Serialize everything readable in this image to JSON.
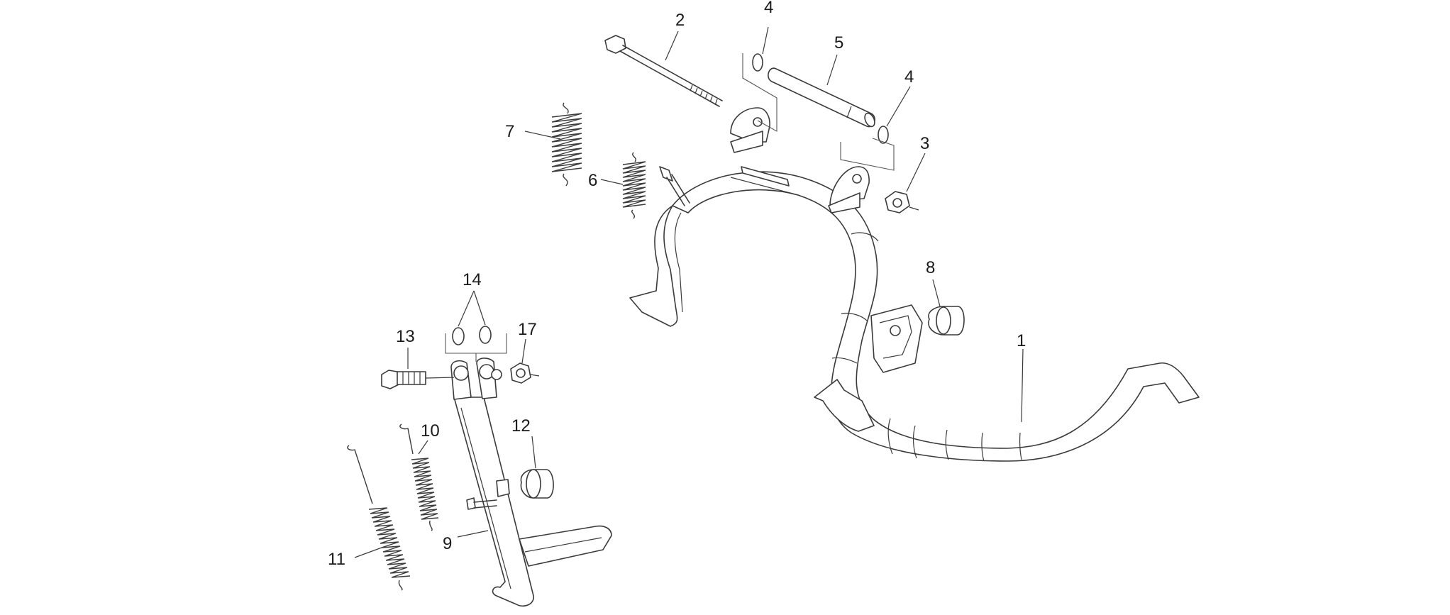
{
  "callouts": [
    {
      "id": "c1",
      "label": "1"
    },
    {
      "id": "c2",
      "label": "2"
    },
    {
      "id": "c3",
      "label": "3"
    },
    {
      "id": "c4a",
      "label": "4"
    },
    {
      "id": "c4b",
      "label": "4"
    },
    {
      "id": "c5",
      "label": "5"
    },
    {
      "id": "c6",
      "label": "6"
    },
    {
      "id": "c7",
      "label": "7"
    },
    {
      "id": "c8",
      "label": "8"
    },
    {
      "id": "c9",
      "label": "9"
    },
    {
      "id": "c10",
      "label": "10"
    },
    {
      "id": "c11",
      "label": "11"
    },
    {
      "id": "c12",
      "label": "12"
    },
    {
      "id": "c13",
      "label": "13"
    },
    {
      "id": "c14",
      "label": "14"
    },
    {
      "id": "c17",
      "label": "17"
    }
  ]
}
